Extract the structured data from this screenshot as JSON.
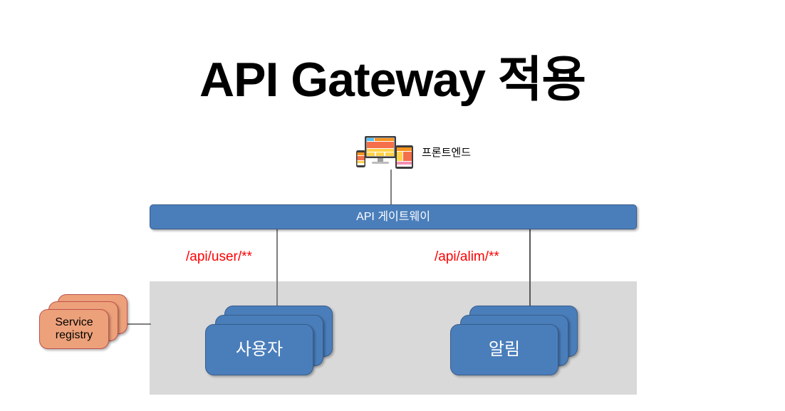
{
  "slide": {
    "title": "API Gateway 적용",
    "background_color": "#ffffff"
  },
  "colors": {
    "node_blue": "#4a7ebb",
    "node_blue_border": "#385d8a",
    "registry_orange": "#eda17a",
    "registry_orange_border": "#c0504d",
    "region_gray": "#d9d9d9",
    "route_red": "#ff0000",
    "connector_gray": "#7f7f7f"
  },
  "frontend": {
    "icon": "responsive-devices-icon",
    "label": "프론트엔드"
  },
  "gateway": {
    "label": "API 게이트웨이"
  },
  "routes": [
    {
      "path": "/api/user/**",
      "target": "사용자"
    },
    {
      "path": "/api/alim/**",
      "target": "알림"
    }
  ],
  "registry": {
    "label_line1": "Service",
    "label_line2": "registry",
    "label": "Service registry"
  },
  "services": [
    {
      "id": "user",
      "label": "사용자"
    },
    {
      "id": "alim",
      "label": "알림"
    }
  ],
  "connectors": [
    {
      "from": "frontend",
      "to": "gateway"
    },
    {
      "from": "gateway",
      "to": "user"
    },
    {
      "from": "gateway",
      "to": "alim"
    },
    {
      "from": "registry",
      "to": "services-region"
    }
  ]
}
